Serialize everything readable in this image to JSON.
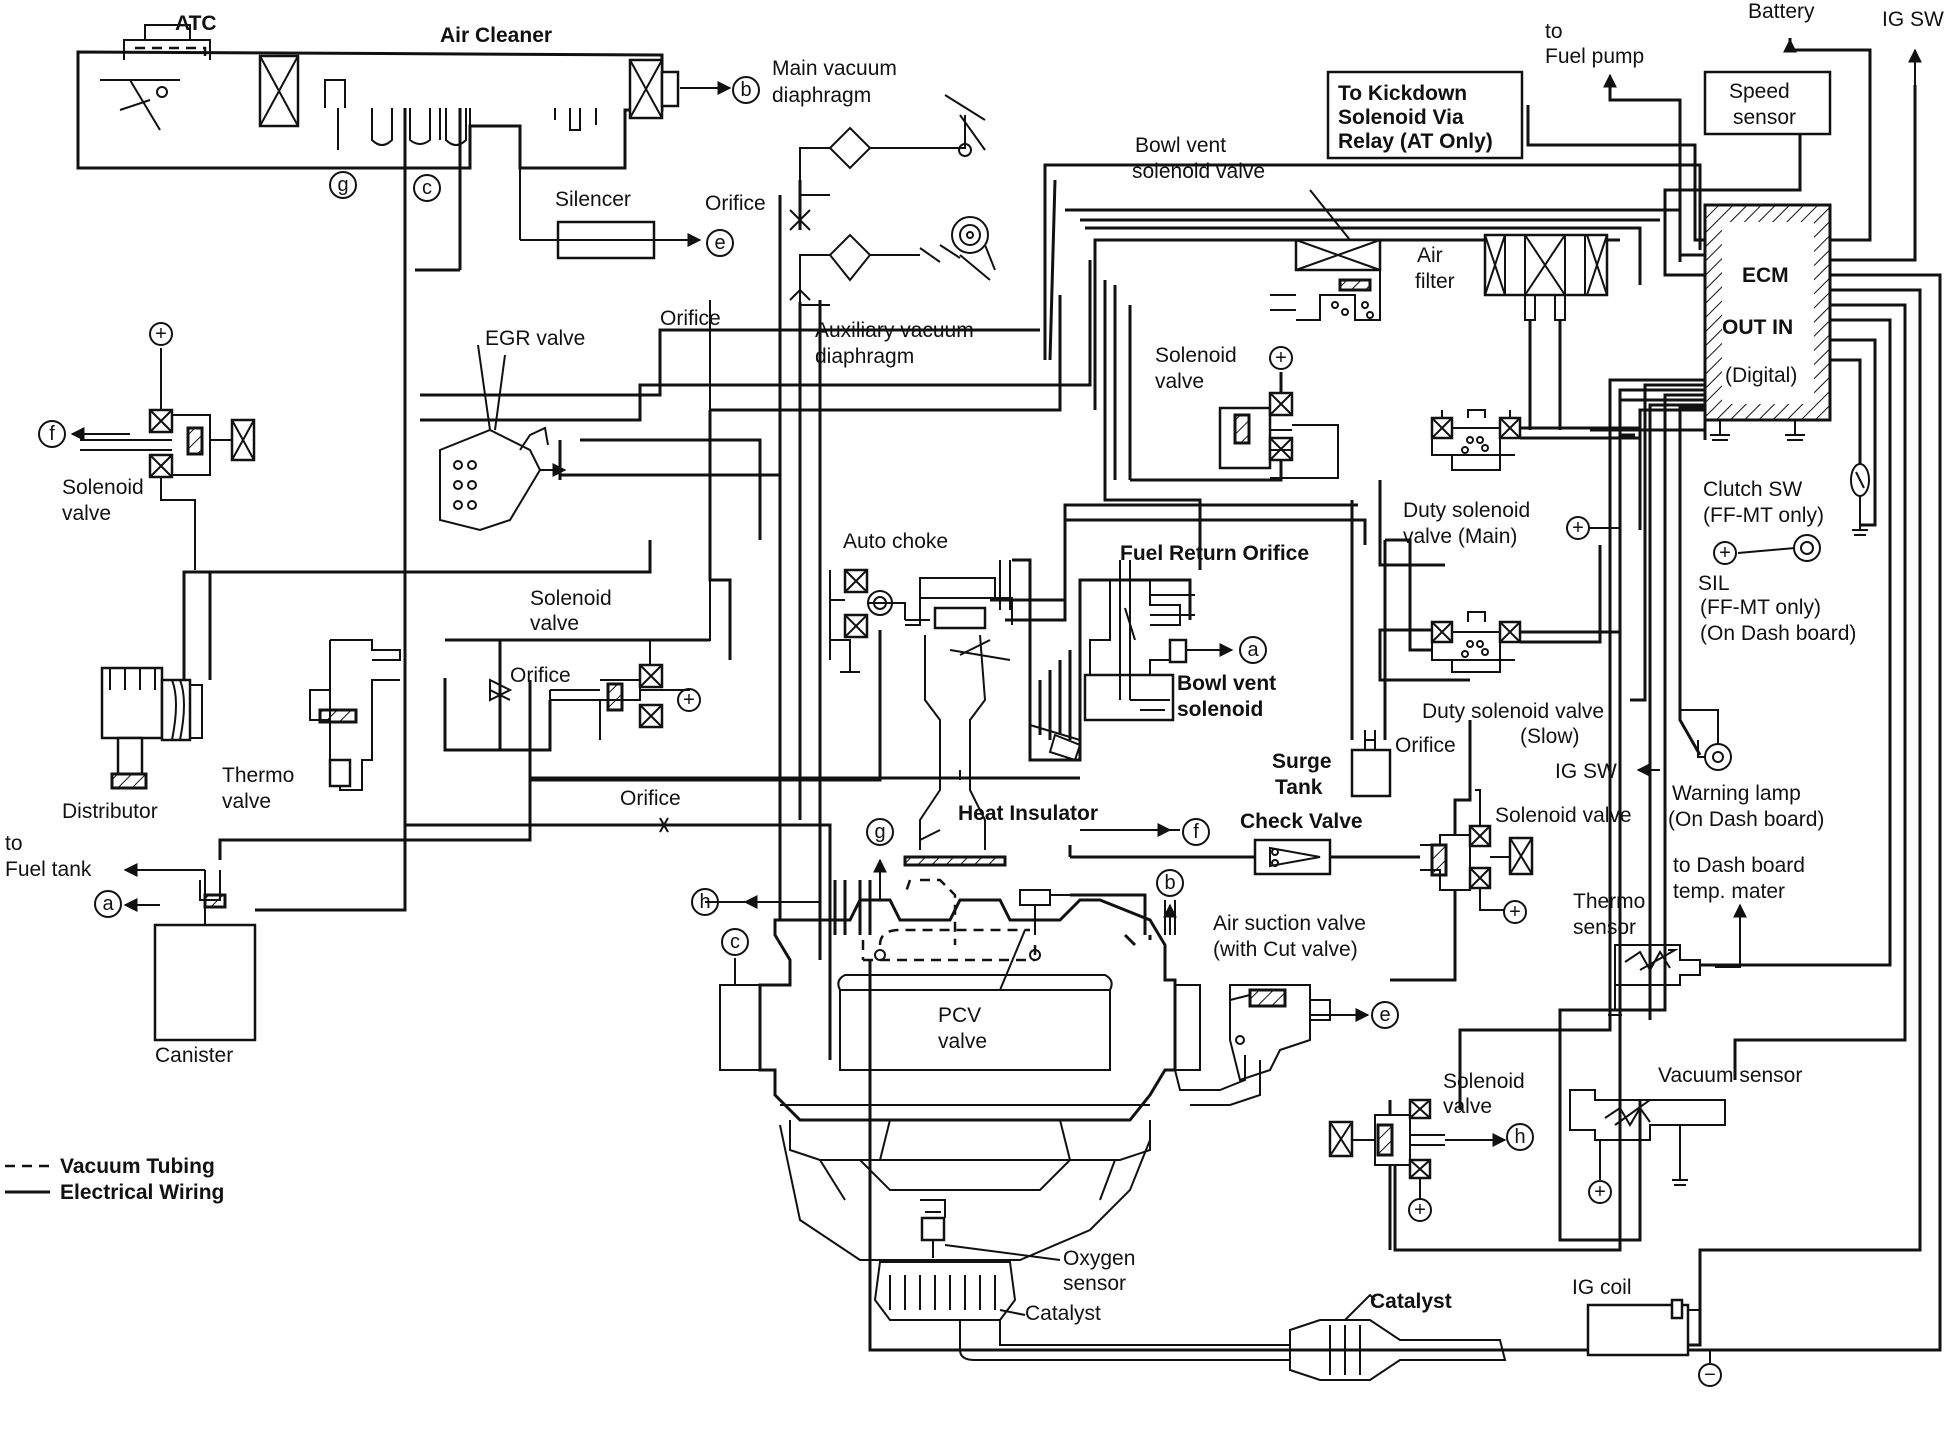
{
  "labels": {
    "atc": "ATC",
    "air_cleaner": "Air Cleaner",
    "main_vac_1": "Main vacuum",
    "main_vac_2": "diaphragm",
    "silencer": "Silencer",
    "orifice_top": "Orifice",
    "orifice_mid": "Orifice",
    "aux_vac_1": "Auxiliary vacuum",
    "aux_vac_2": "diaphragm",
    "egr_valve": "EGR valve",
    "sol_left_1": "Solenoid",
    "sol_left_2": "valve",
    "distributor": "Distributor",
    "sol_center_1": "Solenoid",
    "sol_center_2": "valve",
    "orifice_center": "Orifice",
    "thermo_valve_1": "Thermo",
    "thermo_valve_2": "valve",
    "orifice_low": "Orifice",
    "to_fuel_tank_1": "to",
    "to_fuel_tank_2": "Fuel tank",
    "canister": "Canister",
    "legend_vac": "Vacuum Tubing",
    "legend_elec": "Electrical Wiring",
    "auto_choke": "Auto choke",
    "fuel_return": "Fuel Return Orifice",
    "bowl_vent_sol_1": "Bowl vent",
    "bowl_vent_sol_2": "solenoid",
    "heat_insulator": "Heat Insulator",
    "pcv_1": "PCV",
    "pcv_2": "valve",
    "oxygen_1": "Oxygen",
    "oxygen_2": "sensor",
    "catalyst_small": "Catalyst",
    "catalyst_big": "Catalyst",
    "to_fuel_pump_1": "to",
    "to_fuel_pump_2": "Fuel pump",
    "kickdown_1": "To Kickdown",
    "kickdown_2": "Solenoid Via",
    "kickdown_3": "Relay (AT Only)",
    "battery": "Battery",
    "ig_sw_top": "IG SW",
    "speed_1": "Speed",
    "speed_2": "sensor",
    "bowl_vent_valve_1": "Bowl vent",
    "bowl_vent_valve_2": "solenoid valve",
    "air_filter_1": "Air",
    "air_filter_2": "filter",
    "sol_right_1": "Solenoid",
    "sol_right_2": "valve",
    "ecm_1": "ECM",
    "ecm_2": "OUT IN",
    "ecm_3": "(Digital)",
    "clutch_1": "Clutch SW",
    "clutch_2": "(FF-MT only)",
    "duty_main_1": "Duty solenoid",
    "duty_main_2": "valve (Main)",
    "sil_1": "SIL",
    "sil_2": "(FF-MT only)",
    "sil_3": "(On Dash board)",
    "duty_slow_1": "Duty solenoid valve",
    "duty_slow_2": "(Slow)",
    "orifice_surge": "Orifice",
    "surge_1": "Surge",
    "surge_2": "Tank",
    "ig_sw_mid": "IG SW",
    "warning_1": "Warning lamp",
    "warning_2": "(On Dash board)",
    "check_valve": "Check Valve",
    "sol_check": "Solenoid valve",
    "dash_temp_1": "to Dash board",
    "dash_temp_2": "temp. mater",
    "thermo_sensor_1": "Thermo",
    "thermo_sensor_2": "sensor",
    "air_suction_1": "Air suction valve",
    "air_suction_2": "(with Cut valve)",
    "sol_bottom_1": "Solenoid",
    "sol_bottom_2": "valve",
    "vacuum_sensor": "Vacuum sensor",
    "ig_coil": "IG coil"
  },
  "markers": {
    "a": "a",
    "b": "b",
    "c": "c",
    "e": "e",
    "f": "f",
    "g": "g",
    "h": "h",
    "plus": "+",
    "minus": "−"
  },
  "colors": {
    "ink": "#111111",
    "paper": "#ffffff"
  }
}
